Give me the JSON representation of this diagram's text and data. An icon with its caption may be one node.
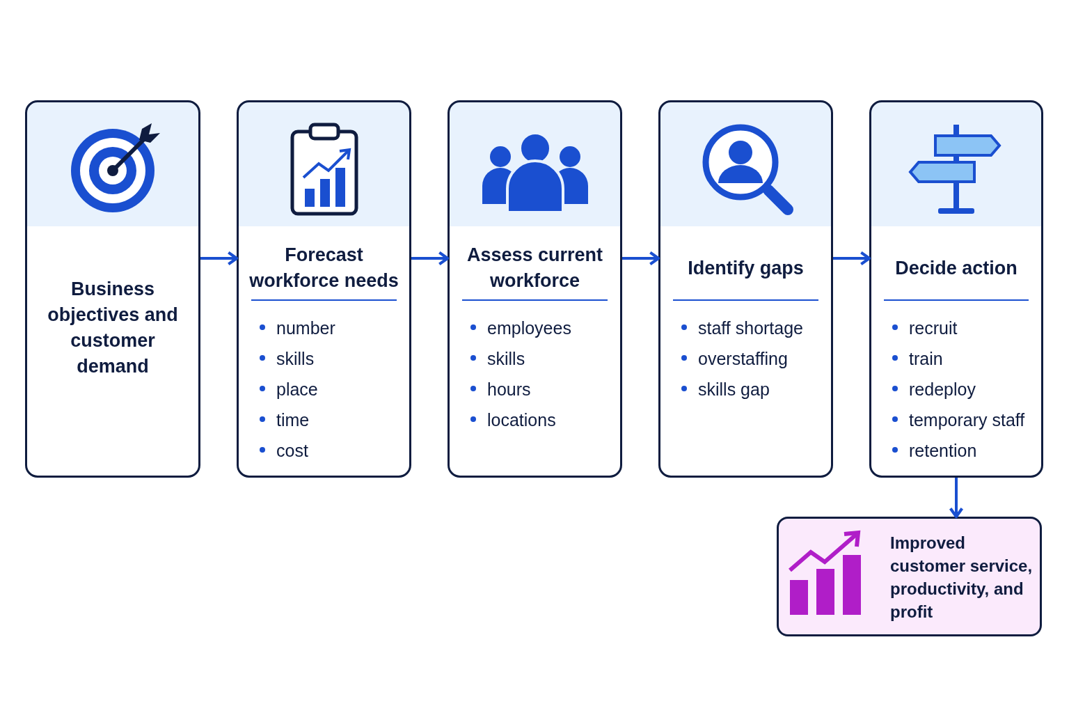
{
  "diagram": {
    "nodes": [
      {
        "text": [
          "Business objectives and customer demand"
        ]
      },
      {
        "text": [
          "Forecast workforce needs",
          "number",
          "skills",
          "place",
          "time",
          "cost"
        ]
      },
      {
        "text": [
          "Assess current workforce",
          "employees",
          "skills",
          "hours",
          "locations"
        ]
      },
      {
        "text": [
          "Identify gaps",
          "staff shortage",
          "overstaffing",
          "skills gap"
        ]
      },
      {
        "text": [
          "Decide action",
          "recruit",
          "train",
          "redeploy",
          "temporary staff",
          "retention"
        ]
      },
      {
        "text": [
          "Improved customer service, productivity, and profit"
        ]
      }
    ],
    "edges": [
      {
        "from": 0,
        "to": 1,
        "arrow": "to"
      },
      {
        "from": 1,
        "to": 2,
        "arrow": "to"
      },
      {
        "from": 2,
        "to": 3,
        "arrow": "to"
      },
      {
        "from": 3,
        "to": 4,
        "arrow": "to"
      },
      {
        "from": 4,
        "to": 5,
        "arrow": "to"
      }
    ]
  }
}
